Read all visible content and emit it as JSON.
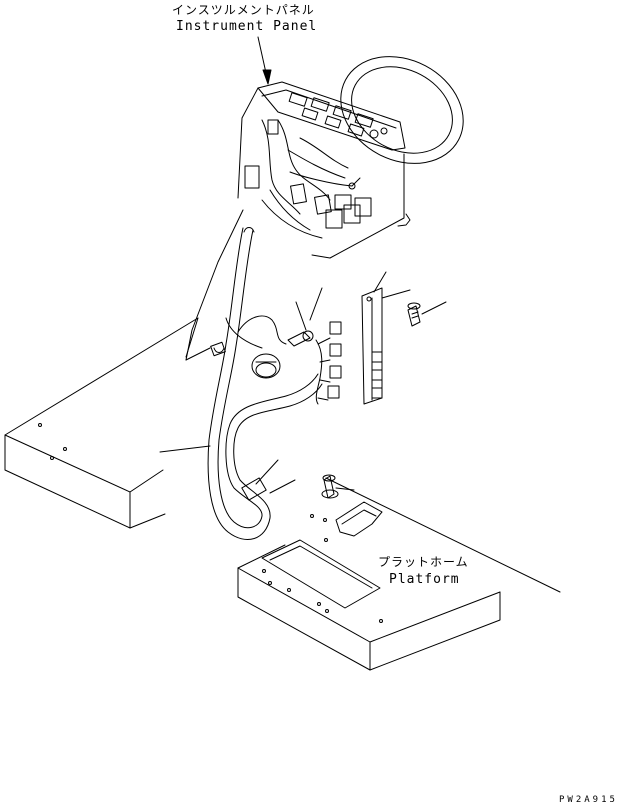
{
  "labels": {
    "instrument_panel_jp": "インスツルメントパネル",
    "instrument_panel_en": "Instrument Panel",
    "platform_jp": "プラットホーム",
    "platform_en": "Platform",
    "drawing_code": "PW2A915"
  },
  "colors": {
    "line": "#000000",
    "background": "#ffffff"
  }
}
